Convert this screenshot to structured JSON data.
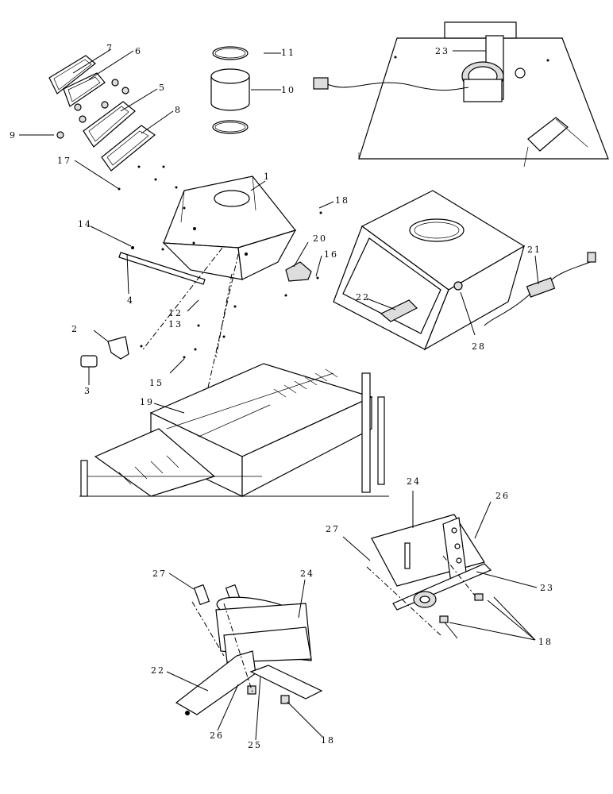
{
  "callouts": {
    "c1": "1",
    "c2": "2",
    "c3": "3",
    "c4": "4",
    "c5": "5",
    "c6": "6",
    "c7": "7",
    "c8": "8",
    "c9": "9",
    "c10": "10",
    "c11": "11",
    "c12": "12",
    "c13": "13",
    "c14": "14",
    "c15": "15",
    "c16": "16",
    "c17": "17",
    "c18a": "18",
    "c18b": "18",
    "c18c": "18",
    "c19": "19",
    "c20": "20",
    "c21": "21",
    "c22a": "22",
    "c22b": "22",
    "c23a": "23",
    "c23b": "23",
    "c24a": "24",
    "c24b": "24",
    "c25": "25",
    "c26a": "26",
    "c26b": "26",
    "c27a": "27",
    "c27b": "27",
    "c28": "28"
  }
}
